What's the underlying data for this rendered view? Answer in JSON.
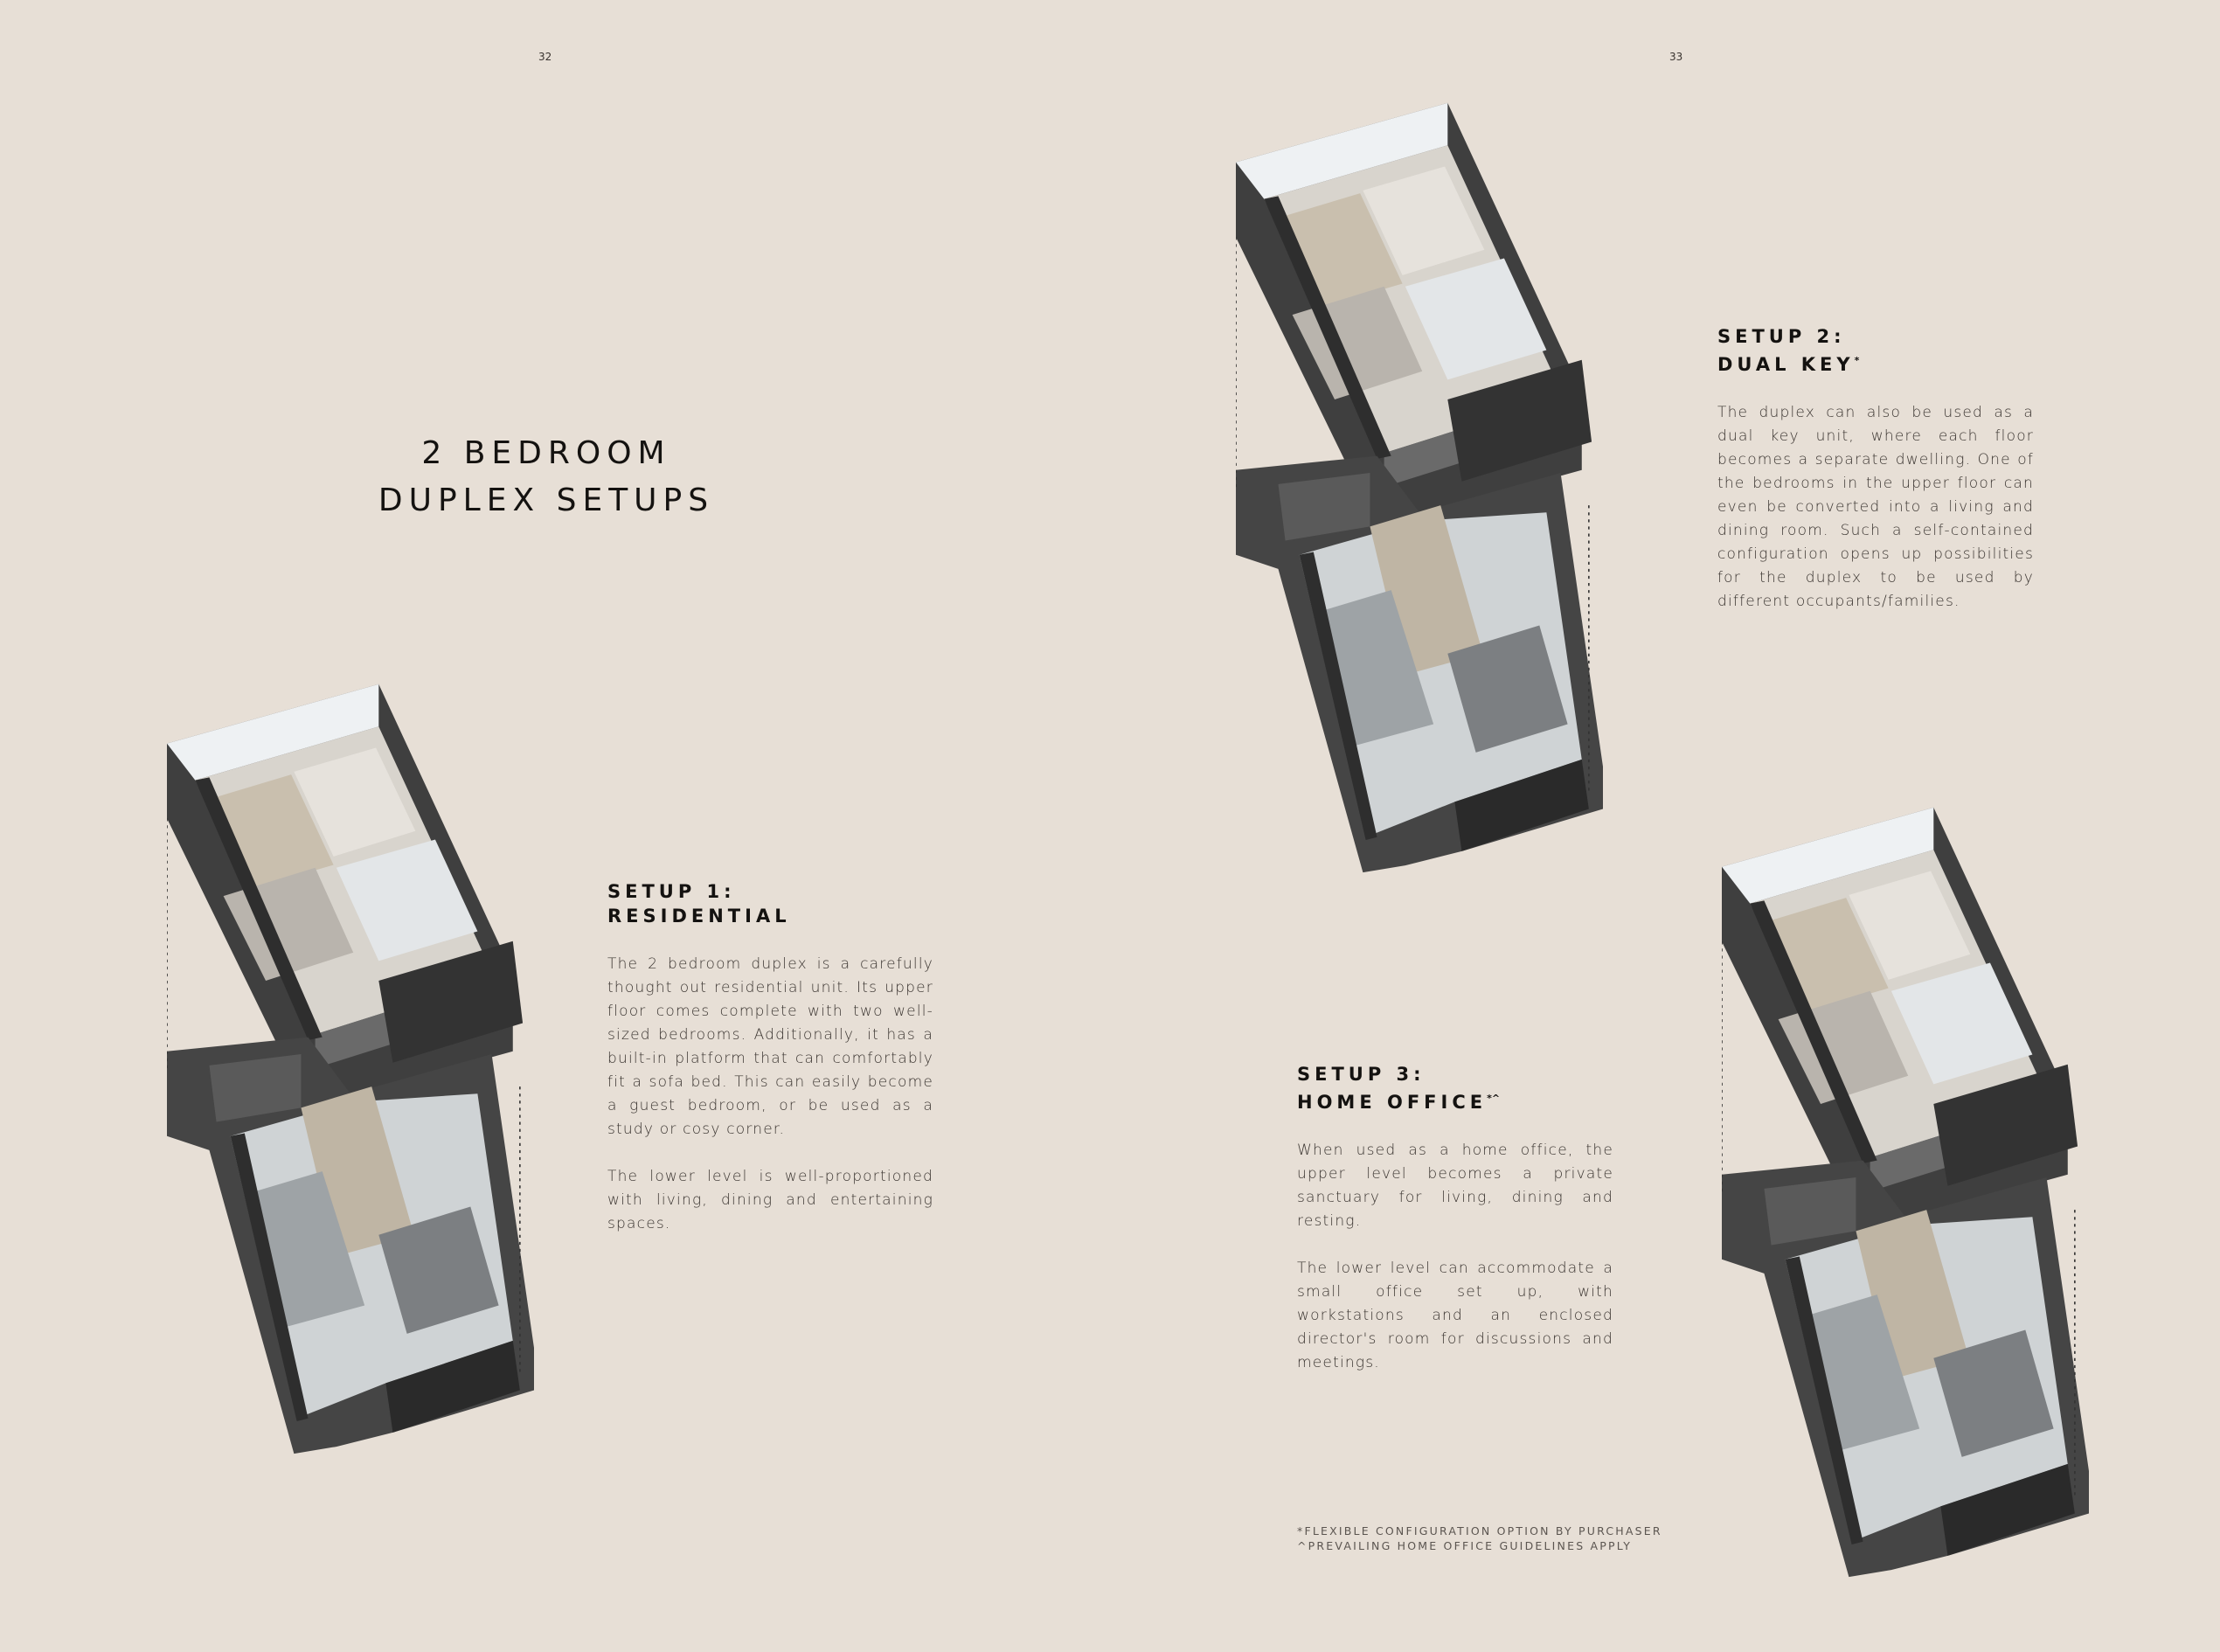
{
  "page_numbers": {
    "left": "32",
    "right": "33"
  },
  "title": {
    "line1": "2 BEDROOM",
    "line2": "DUPLEX SETUPS"
  },
  "setups": [
    {
      "heading1": "SETUP 1:",
      "heading2": "RESIDENTIAL",
      "mark": "",
      "paragraphs": [
        "The 2 bedroom duplex is a carefully thought out residential unit. Its upper floor comes complete with two well-sized bedrooms. Additionally, it has a built-in platform that can comfortably fit a sofa bed. This can easily become a guest bedroom, or be used as a study or cosy corner.",
        "The lower level is well-proportioned with living, dining and entertaining spaces."
      ]
    },
    {
      "heading1": "SETUP 2:",
      "heading2": "DUAL KEY",
      "mark": "*",
      "paragraphs": [
        "The duplex can also be used as a dual key unit, where each floor becomes a separate dwelling. One of the bedrooms in the upper floor can even be converted into a living and dining room. Such a self-contained configuration opens up possibilities for the duplex to be used by different occupants/families."
      ]
    },
    {
      "heading1": "SETUP 3:",
      "heading2": "HOME OFFICE",
      "mark": "*^",
      "paragraphs": [
        "When used as a home office, the upper level becomes a private sanctuary for living, dining and resting.",
        "The lower level can accommodate a small office set up, with workstations and an enclosed director's room for discussions and meetings."
      ]
    }
  ],
  "footnotes": [
    "*FLEXIBLE CONFIGURATION OPTION BY PURCHASER",
    "^PREVAILING HOME OFFICE GUIDELINES APPLY"
  ],
  "colors": {
    "background": "#e7dfd6",
    "wall_dark": "#4a4a4a",
    "floor": "#cfc7bc",
    "wall_light": "#e9edf0"
  }
}
